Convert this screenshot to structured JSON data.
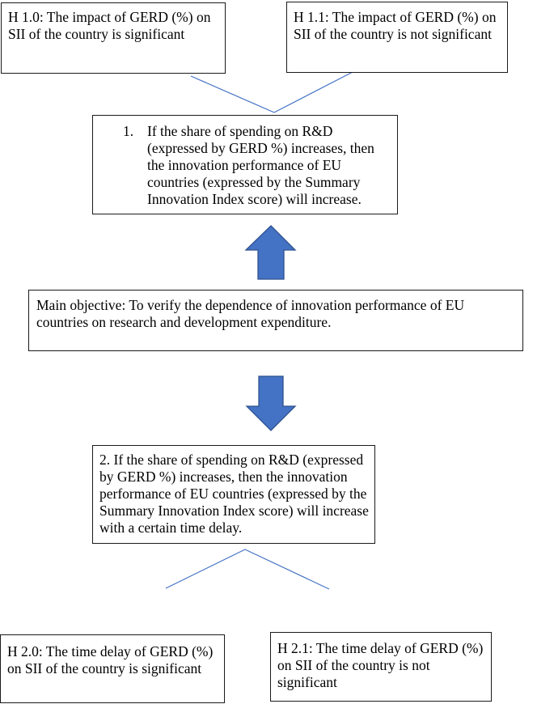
{
  "hypotheses": {
    "h10": "H 1.0: The impact of GERD (%) on SII of the country is significant",
    "h11": "H 1.1: The impact of GERD (%) on SII of the country is not significant",
    "h20": "H 2.0: The time delay of GERD (%) on SII of the country is significant",
    "h21": "H 2.1: The time delay of GERD (%) on SII of the country is not significant"
  },
  "hypothesis_1": {
    "number": "1.",
    "text": "If the share of spending on R&D (expressed by GERD %) increases, then the innovation performance of EU countries (expressed by the Summary Innovation Index score) will increase."
  },
  "main_objective": "Main objective: To verify the dependence of innovation performance of EU countries on research and development expenditure.",
  "hypothesis_2": "2. If the share of spending on R&D (expressed by GERD %) increases, then the innovation performance of EU countries (expressed by the Summary Innovation Index score) will increase with a certain time delay.",
  "colors": {
    "arrow_fill": "#4472c4",
    "arrow_stroke": "#2f528f",
    "connector_line": "#4472c4",
    "box_border": "#1a1a1a"
  },
  "icons": {
    "arrow_up": "up-arrow-icon",
    "arrow_down": "down-arrow-icon"
  }
}
